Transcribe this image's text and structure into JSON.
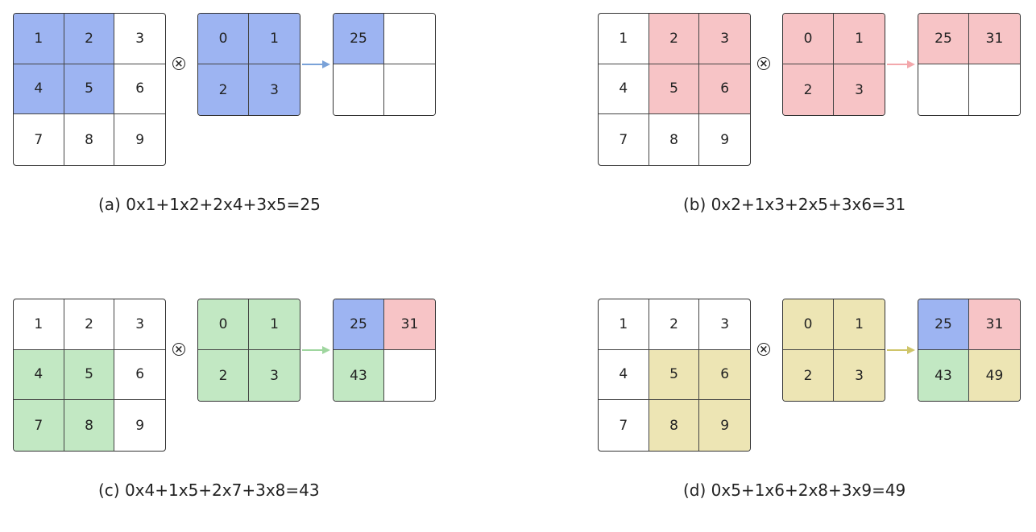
{
  "colors": {
    "blue": "#9db4f2",
    "red": "#f7c4c6",
    "green": "#c2e8c3",
    "yellow": "#ede5b4",
    "white": "#ffffff"
  },
  "input_grid": [
    "1",
    "2",
    "3",
    "4",
    "5",
    "6",
    "7",
    "8",
    "9"
  ],
  "kernel_grid": [
    "0",
    "1",
    "2",
    "3"
  ],
  "panels": [
    {
      "id": "a",
      "caption": "(a) 0x1+1x2+2x4+3x5=25",
      "color": "blue",
      "highlight": [
        0,
        1,
        3,
        4
      ],
      "output": [
        "25",
        "",
        "",
        ""
      ],
      "output_colors": [
        "blue",
        "white",
        "white",
        "white"
      ]
    },
    {
      "id": "b",
      "caption": "(b) 0x2+1x3+2x5+3x6=31",
      "color": "red",
      "highlight": [
        1,
        2,
        4,
        5
      ],
      "output": [
        "25",
        "31",
        "",
        ""
      ],
      "output_colors": [
        "red",
        "red",
        "white",
        "white"
      ]
    },
    {
      "id": "c",
      "caption": "(c) 0x4+1x5+2x7+3x8=43",
      "color": "green",
      "highlight": [
        3,
        4,
        6,
        7
      ],
      "output": [
        "25",
        "31",
        "43",
        ""
      ],
      "output_colors": [
        "blue",
        "red",
        "green",
        "white"
      ]
    },
    {
      "id": "d",
      "caption": "(d) 0x5+1x6+2x8+3x9=49",
      "color": "yellow",
      "highlight": [
        4,
        5,
        7,
        8
      ],
      "output": [
        "25",
        "31",
        "43",
        "49"
      ],
      "output_colors": [
        "blue",
        "red",
        "green",
        "yellow"
      ]
    }
  ],
  "arrow_colors": {
    "blue": "#7aa2d8",
    "red": "#f3a8ac",
    "green": "#9fd69f",
    "yellow": "#cfc56a"
  }
}
